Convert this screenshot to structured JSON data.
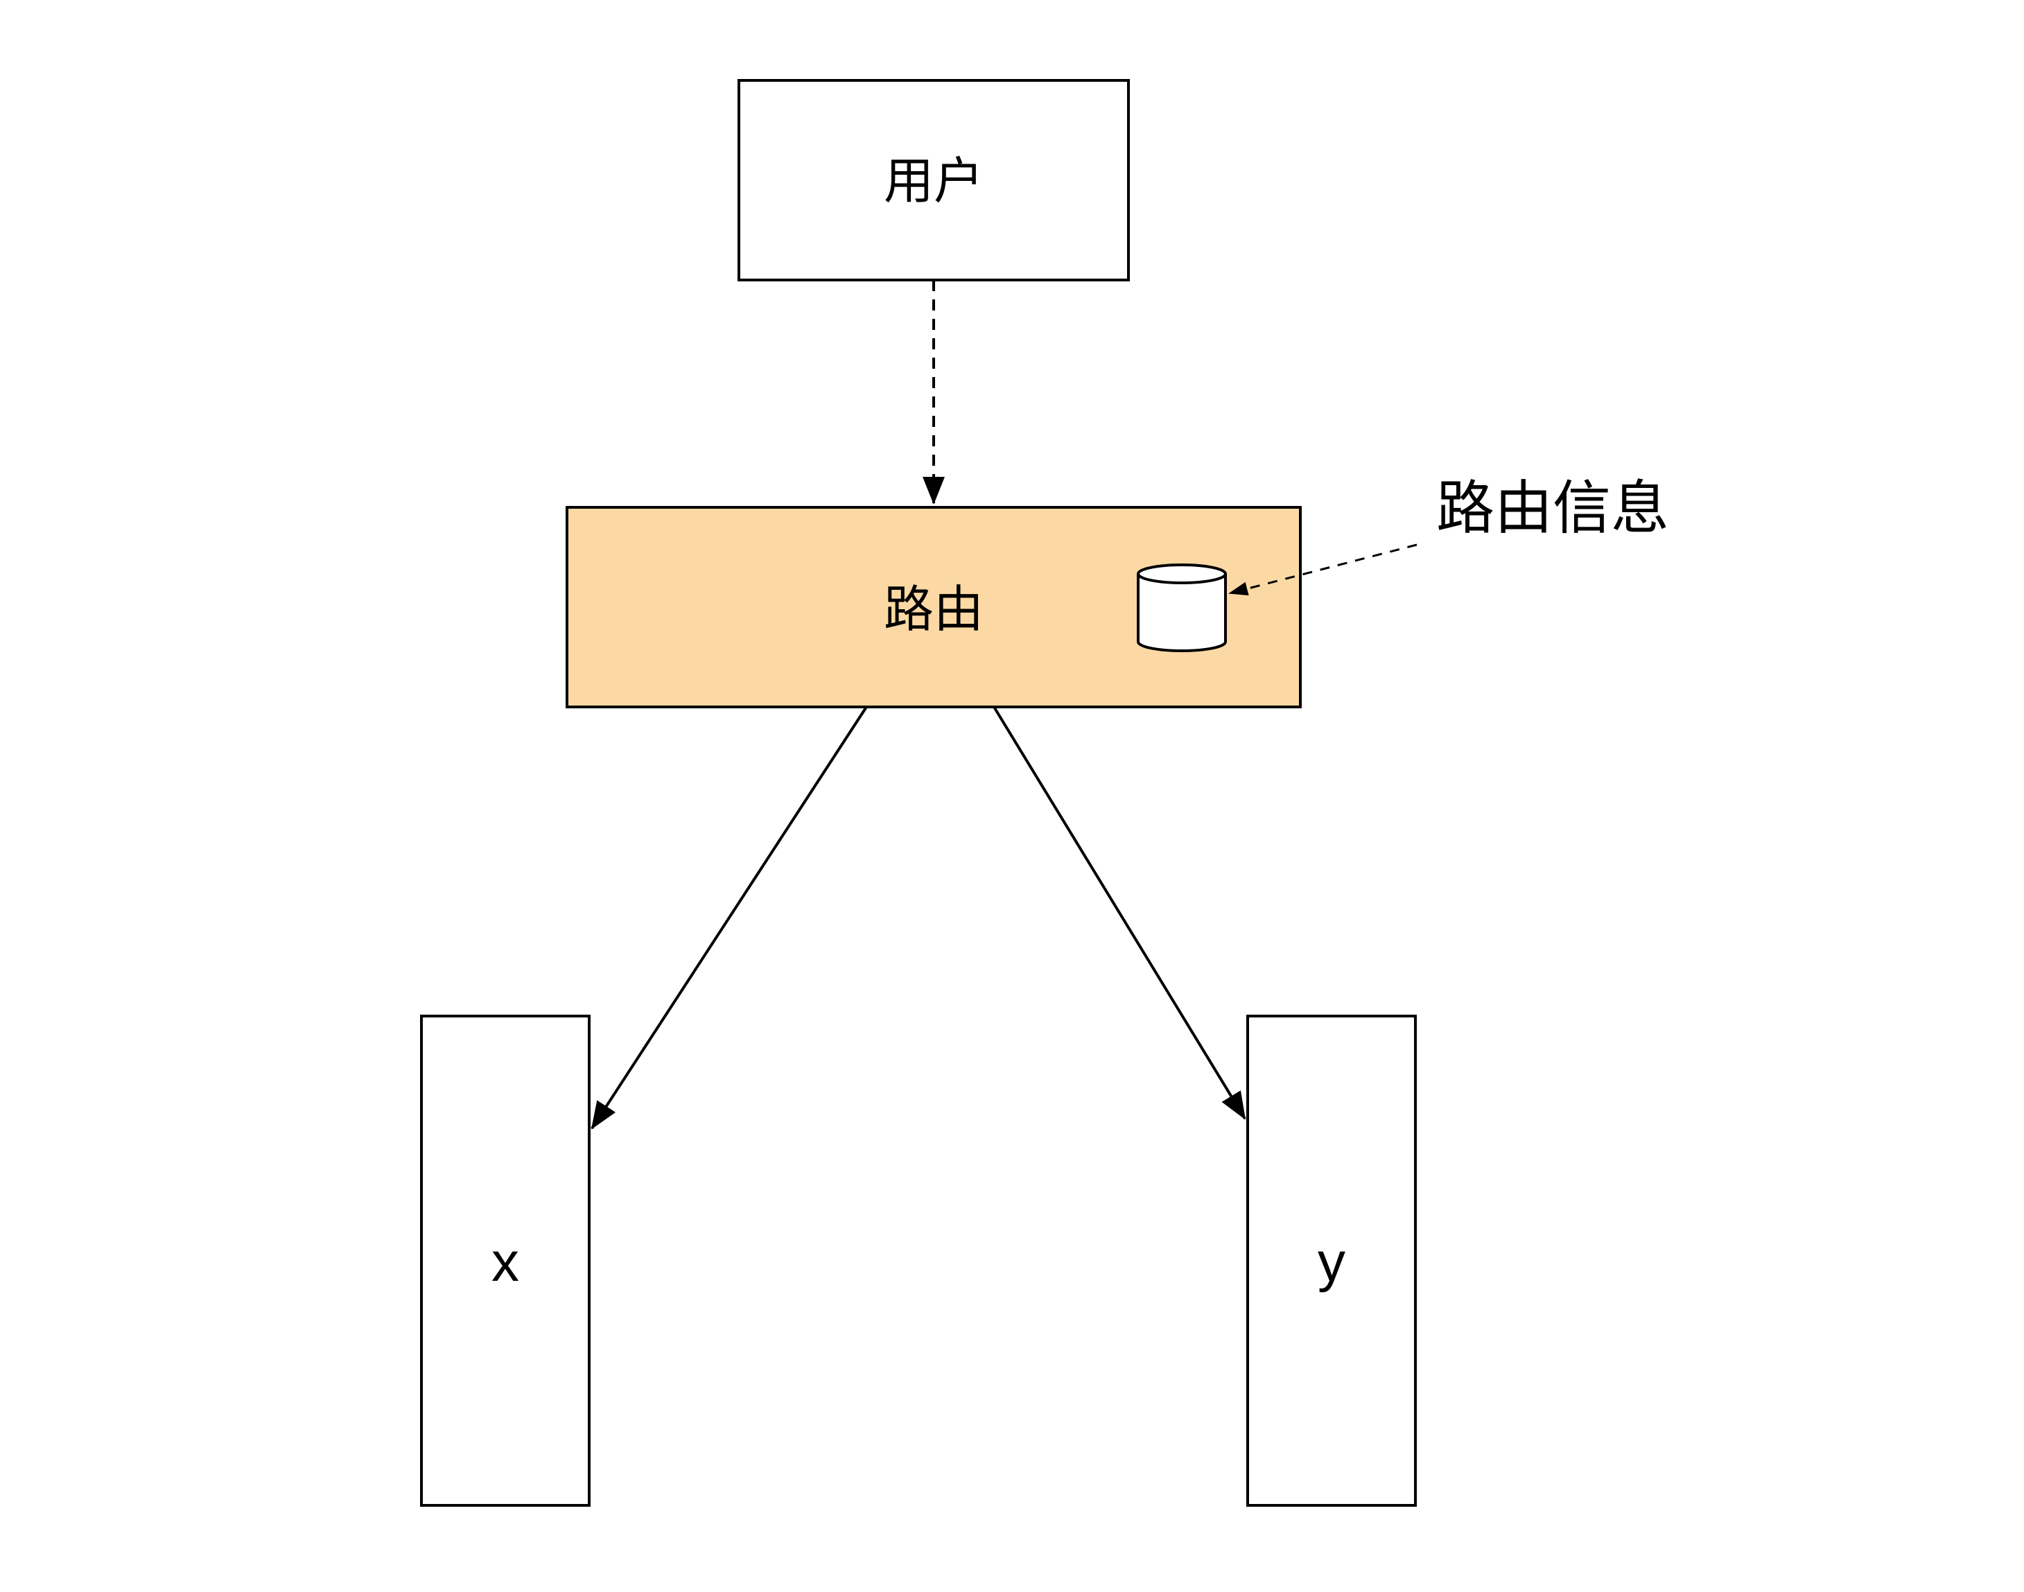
{
  "nodes": {
    "user": {
      "label": "用户"
    },
    "router": {
      "label": "路由"
    },
    "x": {
      "label": "x"
    },
    "y": {
      "label": "y"
    }
  },
  "annotation": {
    "label": "路由信息"
  },
  "icons": {
    "router_store": "database-cylinder-icon"
  },
  "colors": {
    "router_fill": "#FCD9A4",
    "stroke": "#000000",
    "background": "#FFFFFF"
  },
  "edges": [
    {
      "from": "user",
      "to": "router",
      "style": "dashed"
    },
    {
      "from": "router",
      "to": "x",
      "style": "solid"
    },
    {
      "from": "router",
      "to": "y",
      "style": "solid"
    },
    {
      "from": "annotation",
      "to": "router_store",
      "style": "dashed"
    }
  ]
}
